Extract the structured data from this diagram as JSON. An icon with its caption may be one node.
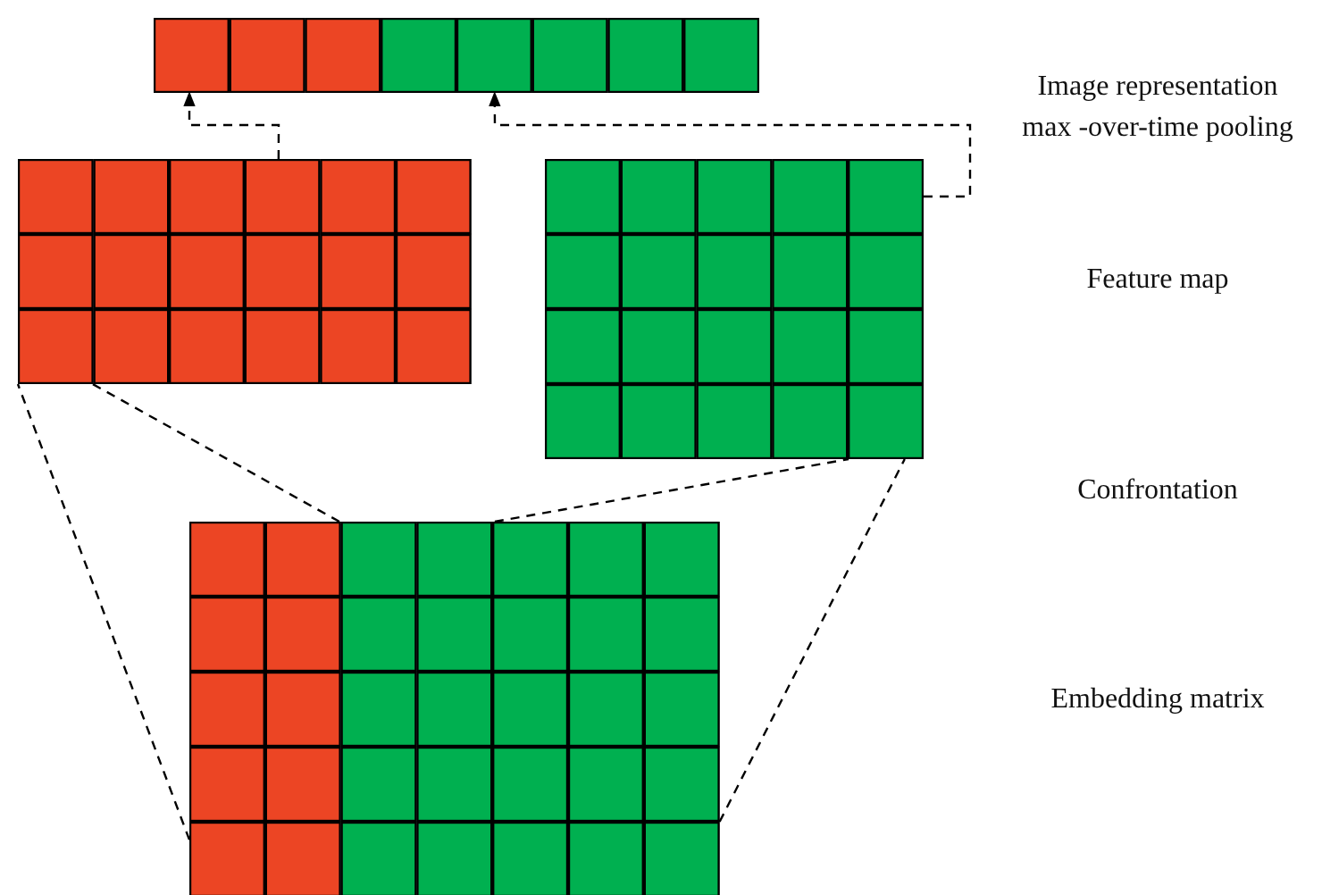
{
  "diagram": {
    "nodes": [
      {
        "text": [],
        "shape": "grid"
      },
      {
        "text": [],
        "shape": "grid"
      },
      {
        "text": [],
        "shape": "grid"
      },
      {
        "text": [],
        "shape": "grid"
      }
    ],
    "edges": [
      {
        "from": 1,
        "to": 0,
        "arrow": "to",
        "style": "dashed"
      },
      {
        "from": 2,
        "to": 0,
        "arrow": "to",
        "style": "dashed"
      },
      {
        "from": 3,
        "to": 1,
        "arrow": "none",
        "style": "dashed"
      },
      {
        "from": 3,
        "to": 1,
        "arrow": "none",
        "style": "dashed"
      },
      {
        "from": 3,
        "to": 2,
        "arrow": "none",
        "style": "dashed"
      },
      {
        "from": 3,
        "to": 2,
        "arrow": "none",
        "style": "dashed"
      }
    ],
    "labels": [
      "Image representation",
      "max -over-time pooling",
      "Feature map",
      "Confrontation",
      "Embedding matrix"
    ]
  }
}
